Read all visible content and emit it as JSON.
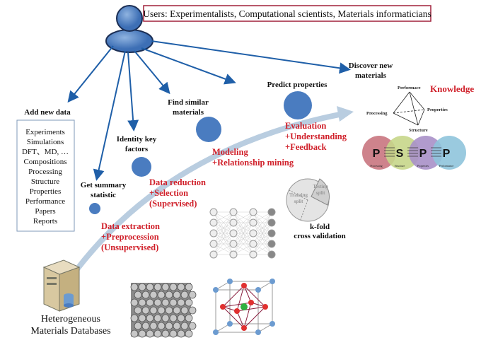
{
  "users_box": "Users: Experimentalists, Computational scientists, Materials informaticians",
  "tasks": {
    "add_new_data": "Add new data",
    "get_summary": [
      "Get summary",
      "statistic"
    ],
    "identity": [
      "Identity key",
      "factors"
    ],
    "find_similar": [
      "Find similar",
      "materials"
    ],
    "predict": "Predict properties",
    "discover": [
      "Discover new",
      "materials"
    ]
  },
  "data_items": [
    "Experiments",
    "Simulations",
    "DFT、MD, …",
    "Compositions",
    "Processing",
    "Structure",
    "Properties",
    "Performance",
    "Papers",
    "Reports"
  ],
  "stages": {
    "extraction": [
      "Data extraction",
      "+Preprocession",
      "(Unsupervised)"
    ],
    "reduction": [
      "Data reduction",
      "+Selection",
      "(Supervised)"
    ],
    "modeling": [
      "Modeling",
      "+Relationship mining"
    ],
    "evaluation": [
      "Evaluation",
      "+Understanding",
      "+Feedback"
    ]
  },
  "knowledge": "Knowledge",
  "tetrahedron": {
    "top": "Performace",
    "left": "Processing",
    "right": "Properties",
    "bottom": "Structure"
  },
  "pspp": [
    {
      "letter": "P",
      "label": "Processing",
      "color": "#c9767f"
    },
    {
      "letter": "S",
      "label": "Structure",
      "color": "#c6d68a"
    },
    {
      "letter": "P",
      "label": "Properties",
      "color": "#a890c8"
    },
    {
      "letter": "P",
      "label": "Performance",
      "color": "#8fc4dc"
    }
  ],
  "pie": {
    "testing": [
      "Testing",
      "split"
    ],
    "training": [
      "Training",
      "split"
    ]
  },
  "kfold": [
    "k-fold",
    "cross validation"
  ],
  "database": [
    "Heterogeneous",
    "Materials Databases"
  ],
  "colors": {
    "arrow": "#1f5fa8",
    "node": "#4a7cc0",
    "stage_text": "#d0202a",
    "flow_arc": "#b9cde0",
    "box_border": "#a0203a"
  }
}
